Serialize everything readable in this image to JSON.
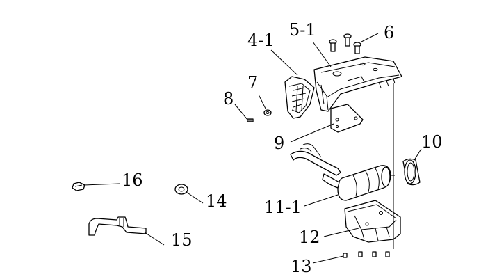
{
  "callouts": {
    "p4_1": "4-1",
    "p5_1": "5-1",
    "p6": "6",
    "p7": "7",
    "p8": "8",
    "p9": "9",
    "p10": "10",
    "p11_1": "11-1",
    "p12": "12",
    "p13": "13",
    "p14": "14",
    "p15": "15",
    "p16": "16"
  }
}
